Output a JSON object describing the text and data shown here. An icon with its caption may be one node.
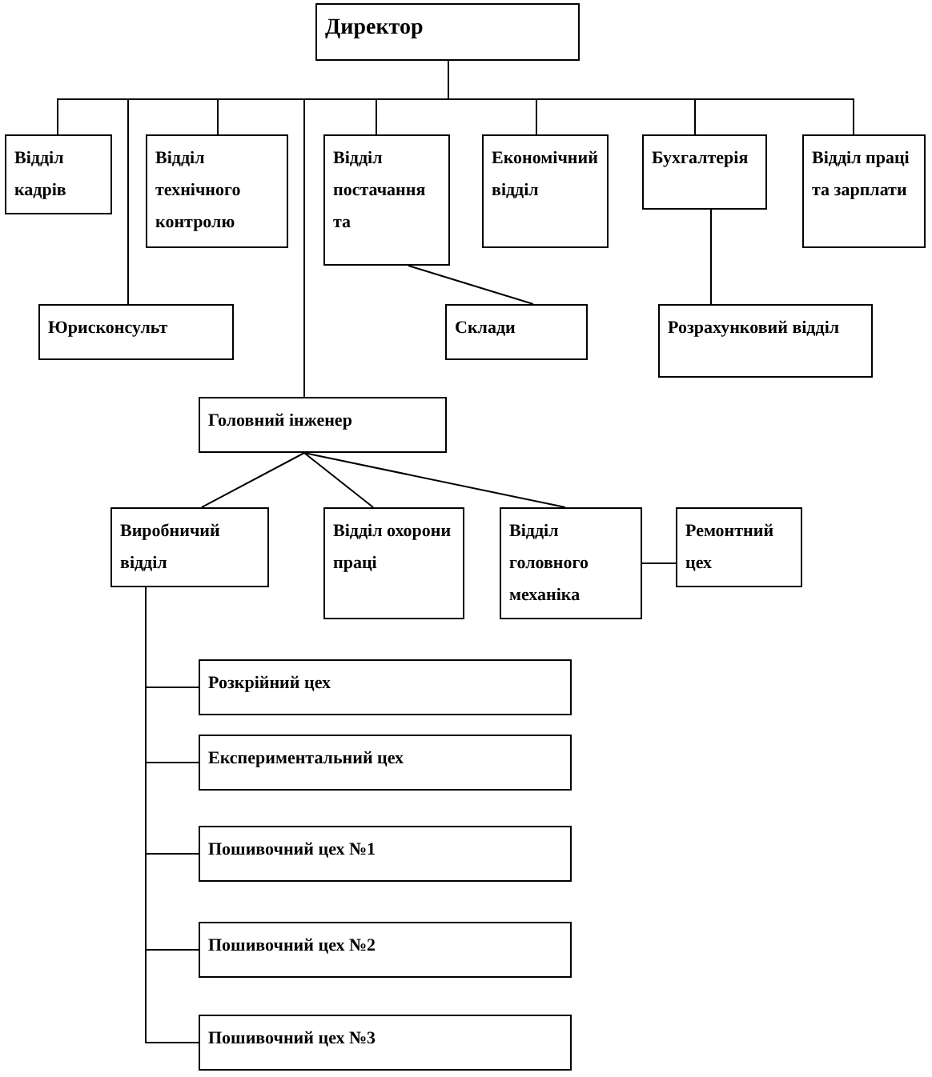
{
  "diagram": {
    "nodes": [
      {
        "text": [
          "Директор"
        ]
      },
      {
        "text": [
          "Відділ кадрів"
        ]
      },
      {
        "text": [
          "Відділ технічного контролю"
        ]
      },
      {
        "text": [
          "Відділ постачання та"
        ]
      },
      {
        "text": [
          "Економічний відділ"
        ]
      },
      {
        "text": [
          "Бухгалтерія"
        ]
      },
      {
        "text": [
          "Відділ праці та зарплати"
        ]
      },
      {
        "text": [
          "Юрисконсульт"
        ]
      },
      {
        "text": [
          "Склади"
        ]
      },
      {
        "text": [
          "Розрахунковий відділ"
        ]
      },
      {
        "text": [
          "Головний інженер"
        ]
      },
      {
        "text": [
          "Виробничий відділ"
        ]
      },
      {
        "text": [
          "Відділ охорони праці"
        ]
      },
      {
        "text": [
          "Відділ головного механіка"
        ]
      },
      {
        "text": [
          "Ремонтний цех"
        ]
      },
      {
        "text": [
          "Розкрійний цех"
        ]
      },
      {
        "text": [
          "Експериментальний цех"
        ]
      },
      {
        "text": [
          "Пошивочний цех №1"
        ]
      },
      {
        "text": [
          "Пошивочний цех №2"
        ]
      },
      {
        "text": [
          "Пошивочний цех №3"
        ]
      }
    ],
    "edges": [
      {
        "from": 0,
        "to": 1,
        "arrow": "none"
      },
      {
        "from": 0,
        "to": 2,
        "arrow": "none"
      },
      {
        "from": 0,
        "to": 3,
        "arrow": "none"
      },
      {
        "from": 0,
        "to": 4,
        "arrow": "none"
      },
      {
        "from": 0,
        "to": 5,
        "arrow": "none"
      },
      {
        "from": 0,
        "to": 6,
        "arrow": "none"
      },
      {
        "from": 0,
        "to": 7,
        "arrow": "none"
      },
      {
        "from": 0,
        "to": 10,
        "arrow": "none"
      },
      {
        "from": 3,
        "to": 8,
        "arrow": "none"
      },
      {
        "from": 5,
        "to": 9,
        "arrow": "none"
      },
      {
        "from": 10,
        "to": 11,
        "arrow": "none"
      },
      {
        "from": 10,
        "to": 12,
        "arrow": "none"
      },
      {
        "from": 10,
        "to": 13,
        "arrow": "none"
      },
      {
        "from": 13,
        "to": 14,
        "arrow": "none"
      },
      {
        "from": 11,
        "to": 15,
        "arrow": "none"
      },
      {
        "from": 11,
        "to": 16,
        "arrow": "none"
      },
      {
        "from": 11,
        "to": 17,
        "arrow": "none"
      },
      {
        "from": 11,
        "to": 18,
        "arrow": "none"
      },
      {
        "from": 11,
        "to": 19,
        "arrow": "none"
      }
    ]
  }
}
